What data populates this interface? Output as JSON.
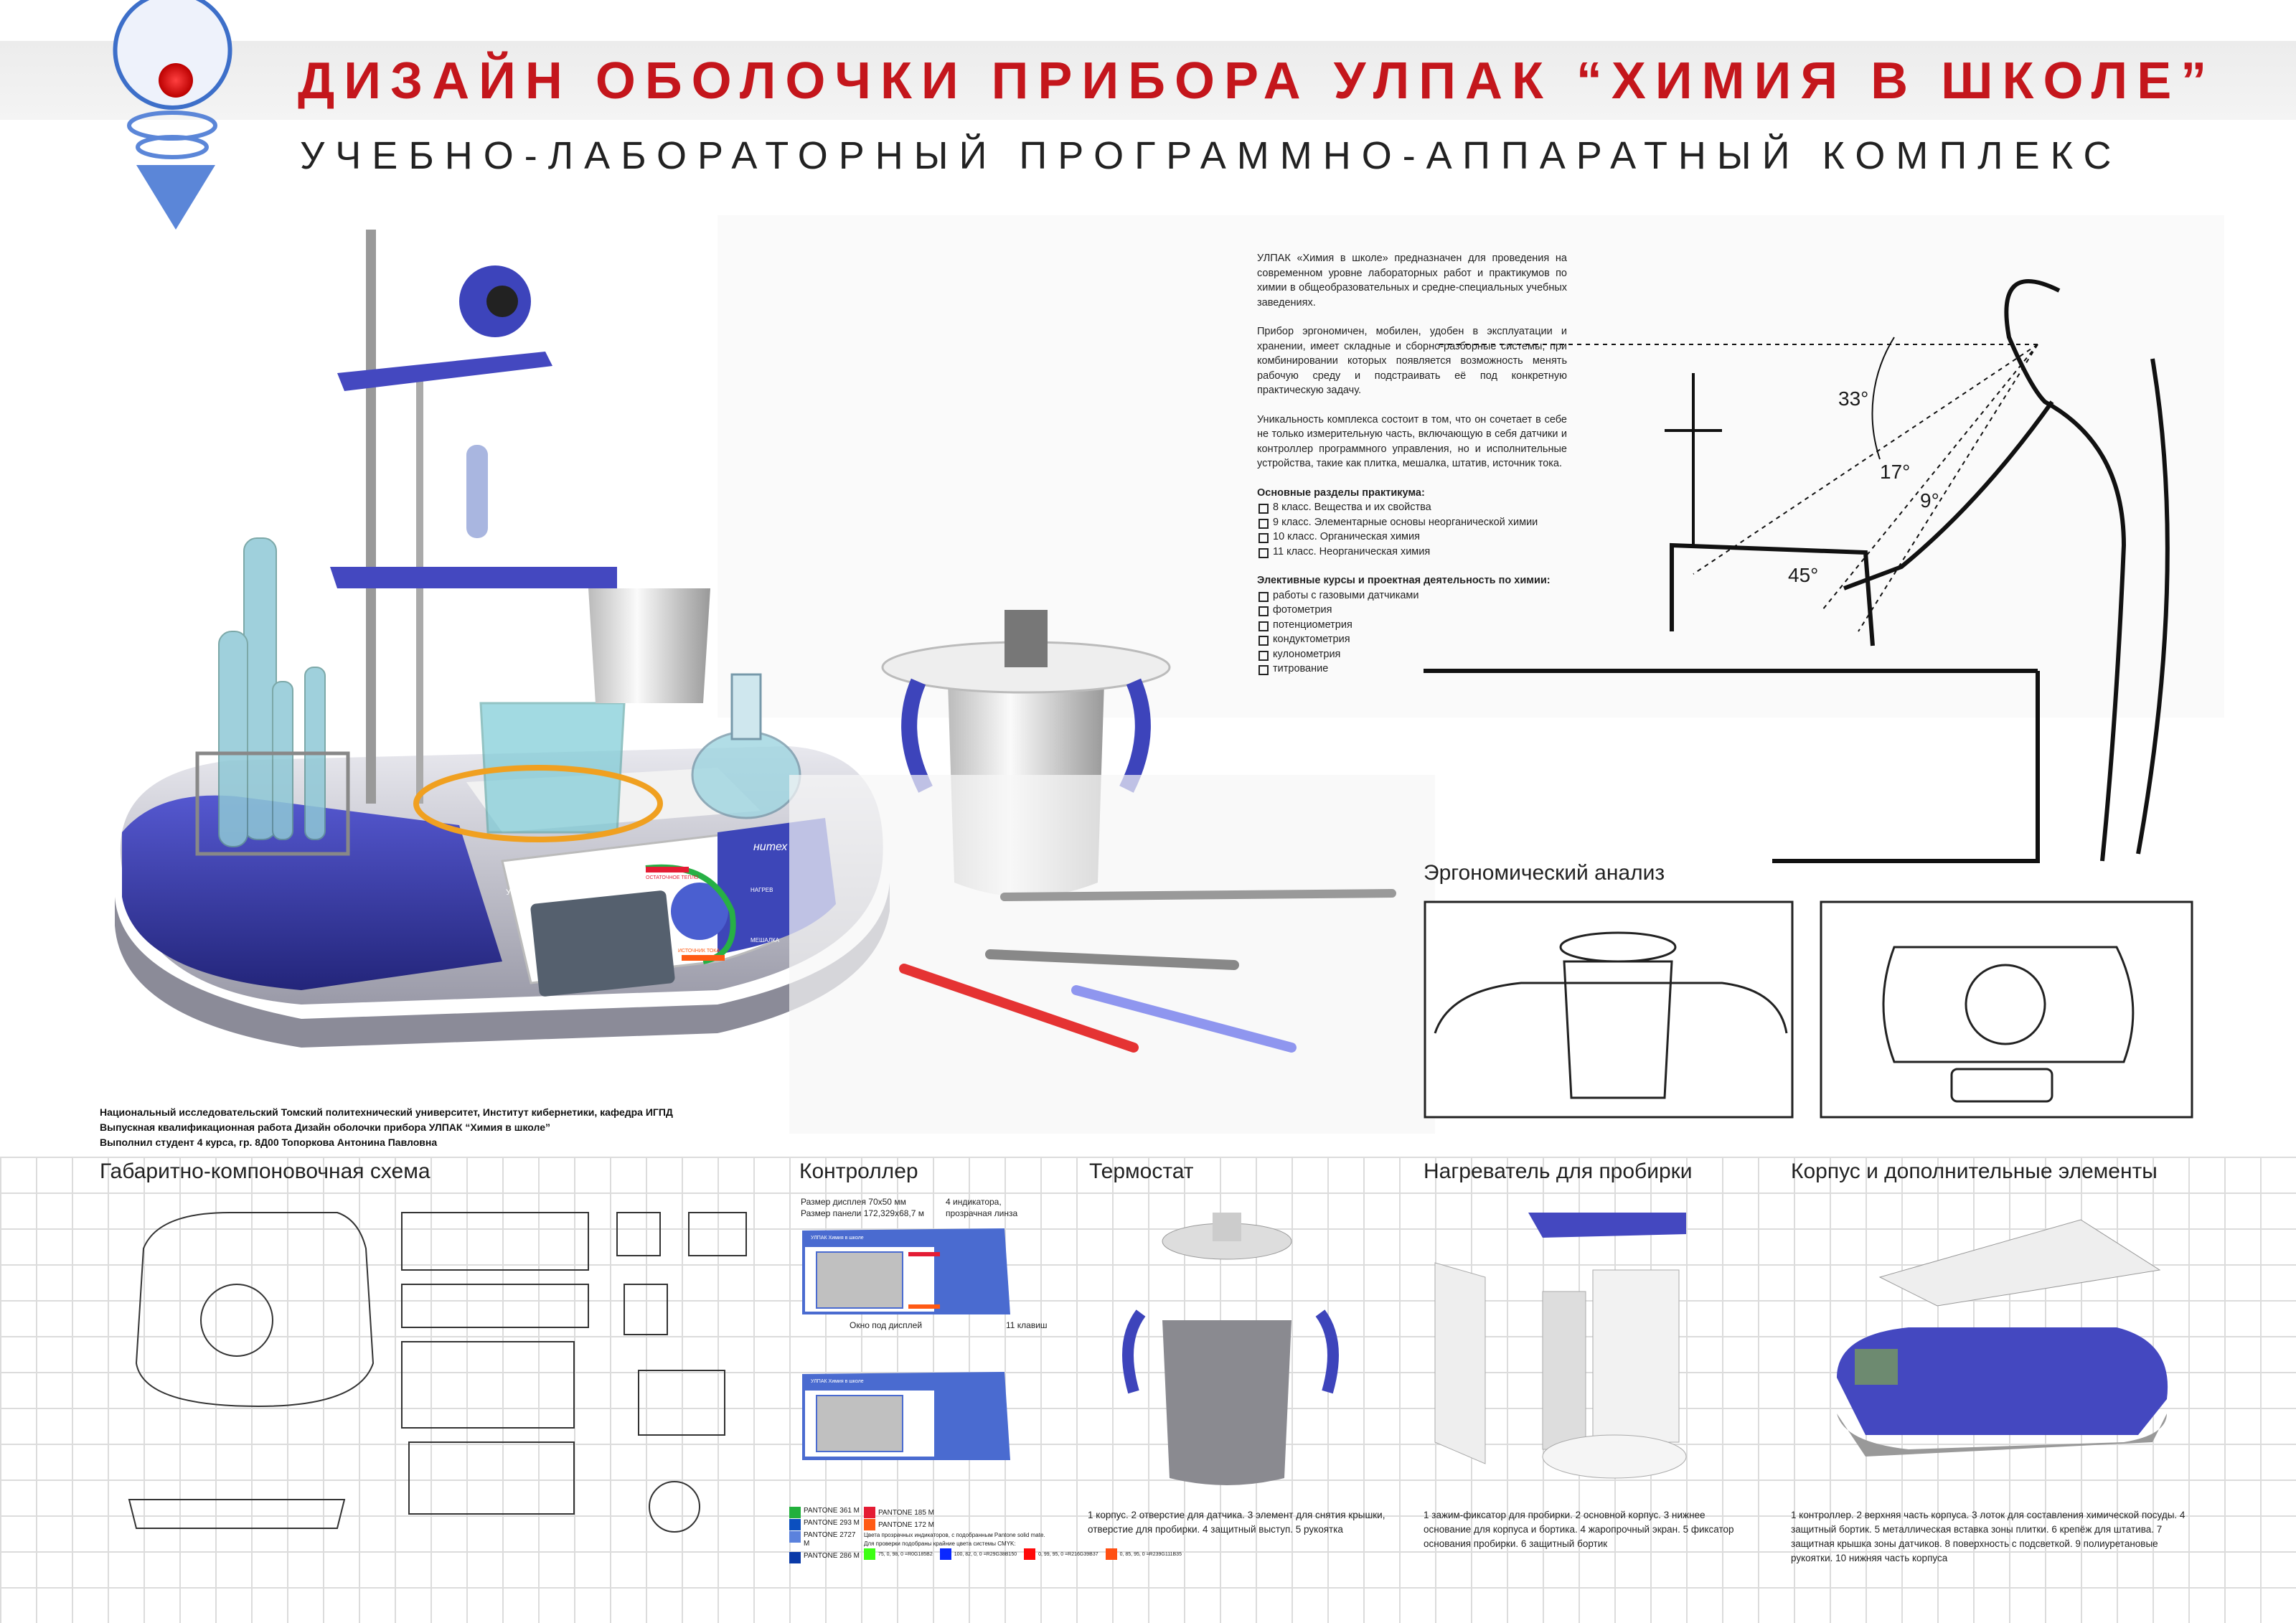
{
  "header": {
    "title": "ДИЗАЙН ОБОЛОЧКИ ПРИБОРА УЛПАК “ХИМИЯ В ШКОЛЕ”",
    "subtitle": "УЧЕБНО-ЛАБОРАТОРНЫЙ ПРОГРАММНО-АППАРАТНЫЙ КОМПЛЕКС"
  },
  "description": {
    "p1": "УЛПАК «Химия в школе» предназначен для проведения на современном уровне лабораторных работ и практикумов по химии в общеобразовательных и средне-специальных учебных заведениях.",
    "p2": "Прибор эргономичен, мобилен, удобен в эксплуатации и хранении, имеет складные и сборно-разборные системы, при комбинировании которых появляется возможность менять рабочую среду и подстраивать её под конкретную практическую задачу.",
    "p3": "Уникальность комплекса состоит в том, что он сочетает в себе не только измерительную часть, включающую в себя датчики и контроллер программного управления, но и исполнительные устройства, такие как плитка, мешалка, штатив, источник тока.",
    "sections_title": "Основные разделы практикума:",
    "sections": [
      "8 класс. Вещества и их свойства",
      "9 класс. Элементарные основы неорганической химии",
      "10 класс. Органическая химия",
      "11 класс. Неорганическая химия"
    ],
    "electives_title": "Элективные курсы и проектная деятельность по химии:",
    "electives": [
      "работы с газовыми датчиками",
      "фотометрия",
      "потенциометрия",
      "кондуктометрия",
      "кулонометрия",
      "титрование"
    ]
  },
  "ergonomics": {
    "title": "Эргономический анализ",
    "angles": [
      "33°",
      "17°",
      "9°",
      "45°"
    ]
  },
  "credits": {
    "line1": "Национальный исследовательский Томский политехнический университет, Институт кибернетики, кафедра ИГПД",
    "line2": "Выпускная квалификационная работа Дизайн оболочки прибора УЛПАК “Химия в школе”",
    "line3": "Выполнил студент 4 курса, гр. 8Д00 Топоркова Антонина Павловна"
  },
  "device": {
    "panel_label": "УЛПАК Химия в школе",
    "brand": "нитех",
    "heat_label": "НАГРЕВ",
    "stir_label": "МЕШАЛКА",
    "residual_heat": "ОСТАТОЧНОЕ ТЕПЛО",
    "power_source": "ИСТОЧНИК ТОКА"
  },
  "sections": {
    "layout": "Габаритно-компоновочная схема",
    "controller": "Контроллер",
    "thermostat": "Термостат",
    "heater": "Нагреватель для пробирки",
    "body": "Корпус и дополнительные элементы"
  },
  "controller": {
    "display_size": "Размер дисплея 70х50 мм",
    "panel_size": "Размер панели 172,329х68,7 м",
    "indicators": "4 индикатора,",
    "lens": "прозрачная линза",
    "window": "Окно под дисплей",
    "keys": "11 клавиш",
    "pantone": [
      {
        "name": "PANTONE 361 M",
        "color": "#22b03c"
      },
      {
        "name": "PANTONE 293 M",
        "color": "#0b4fbf"
      },
      {
        "name": "PANTONE 2727 M",
        "color": "#5b82dd"
      },
      {
        "name": "PANTONE 286 M",
        "color": "#0a3aa8"
      },
      {
        "name": "PANTONE 185 M",
        "color": "#e41c34"
      },
      {
        "name": "PANTONE 172 M",
        "color": "#ff5a14"
      }
    ],
    "note1": "Цвета прозрачных индикаторов, с подобранным Pantone solid mate.",
    "note2": "Для проверки подобраны крайние цвета системы CMYK:",
    "cmyk": [
      {
        "value": "75, 0, 98, 0",
        "rgb": "=R0G185B2",
        "color": "#3cff14"
      },
      {
        "value": "100, 82, 0, 0",
        "rgb": "=R29G38B150",
        "color": "#0a28ff"
      },
      {
        "value": "0, 99, 95, 0",
        "rgb": "=R216G39B37",
        "color": "#ff0a0a"
      },
      {
        "value": "0, 85, 95, 0",
        "rgb": "=R239G111B35",
        "color": "#ff5014"
      }
    ]
  },
  "captions": {
    "thermostat": "1 корпус. 2 отверстие для датчика. 3 элемент для снятия крышки, отверстие для пробирки. 4 защитный выступ. 5 рукоятка",
    "heater": "1 зажим-фиксатор для пробирки. 2 основной корпус. 3 нижнее основание для корпуса и бортика. 4 жаропрочный экран. 5 фиксатор основания пробирки. 6 защитный бортик",
    "body": "1 контроллер. 2 верхняя часть корпуса. 3 лоток для составления химической посуды. 4 защитный бортик. 5 металлическая вставка зоны плитки. 6 крепёж для штатива. 7 защитная крышка зоны датчиков. 8 поверхность с подсветкой. 9 полиуретановые рукоятки. 10 нижняя часть корпуса"
  },
  "colors": {
    "title": "#c4161c",
    "device_blue": "#3b3fb0",
    "accent_blue": "#4a5fd0"
  }
}
